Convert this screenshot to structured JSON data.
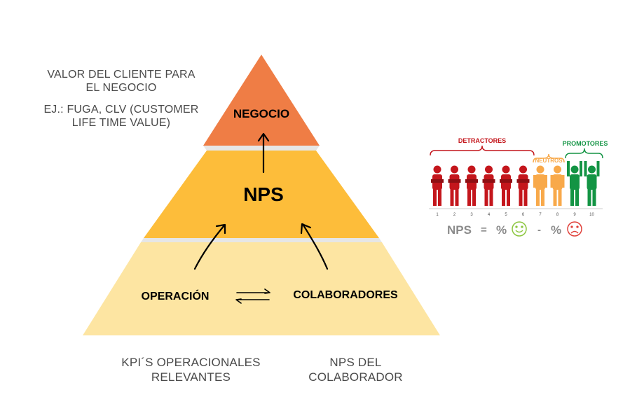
{
  "pyramid": {
    "top_label": "NEGOCIO",
    "middle_label": "NPS",
    "bottom_left_label": "OPERACIÓN",
    "bottom_right_label": "COLABORADORES",
    "colors": {
      "top": "#ef7d45",
      "middle": "#fdbd3a",
      "bottom": "#fde5a2",
      "band": "#e6e6e6"
    }
  },
  "notes": {
    "top_left_line1": "VALOR DEL CLIENTE PARA",
    "top_left_line2": "EL NEGOCIO",
    "top_left_line3": "EJ.: FUGA, CLV (CUSTOMER",
    "top_left_line4": "LIFE TIME VALUE)",
    "bottom_left_line1": "KPI´S OPERACIONALES",
    "bottom_left_line2": "RELEVANTES",
    "bottom_right_line1": "NPS DEL",
    "bottom_right_line2": "COLABORADOR"
  },
  "nps_graphic": {
    "detractors_label": "DETRACTORES",
    "neutrals_label": "NEUTROS",
    "promoters_label": "PROMOTORES",
    "scale": [
      "1",
      "2",
      "3",
      "4",
      "5",
      "6",
      "7",
      "8",
      "9",
      "10"
    ],
    "formula_nps": "NPS",
    "formula_equals": "=",
    "formula_pct1": "%",
    "formula_minus": "-",
    "formula_pct2": "%",
    "colors": {
      "detractor": "#c4161c",
      "neutral": "#f8a94a",
      "promoter": "#139444",
      "formula": "#8a8a8a"
    },
    "icons": [
      "smiley-face-icon",
      "sad-face-icon"
    ]
  }
}
